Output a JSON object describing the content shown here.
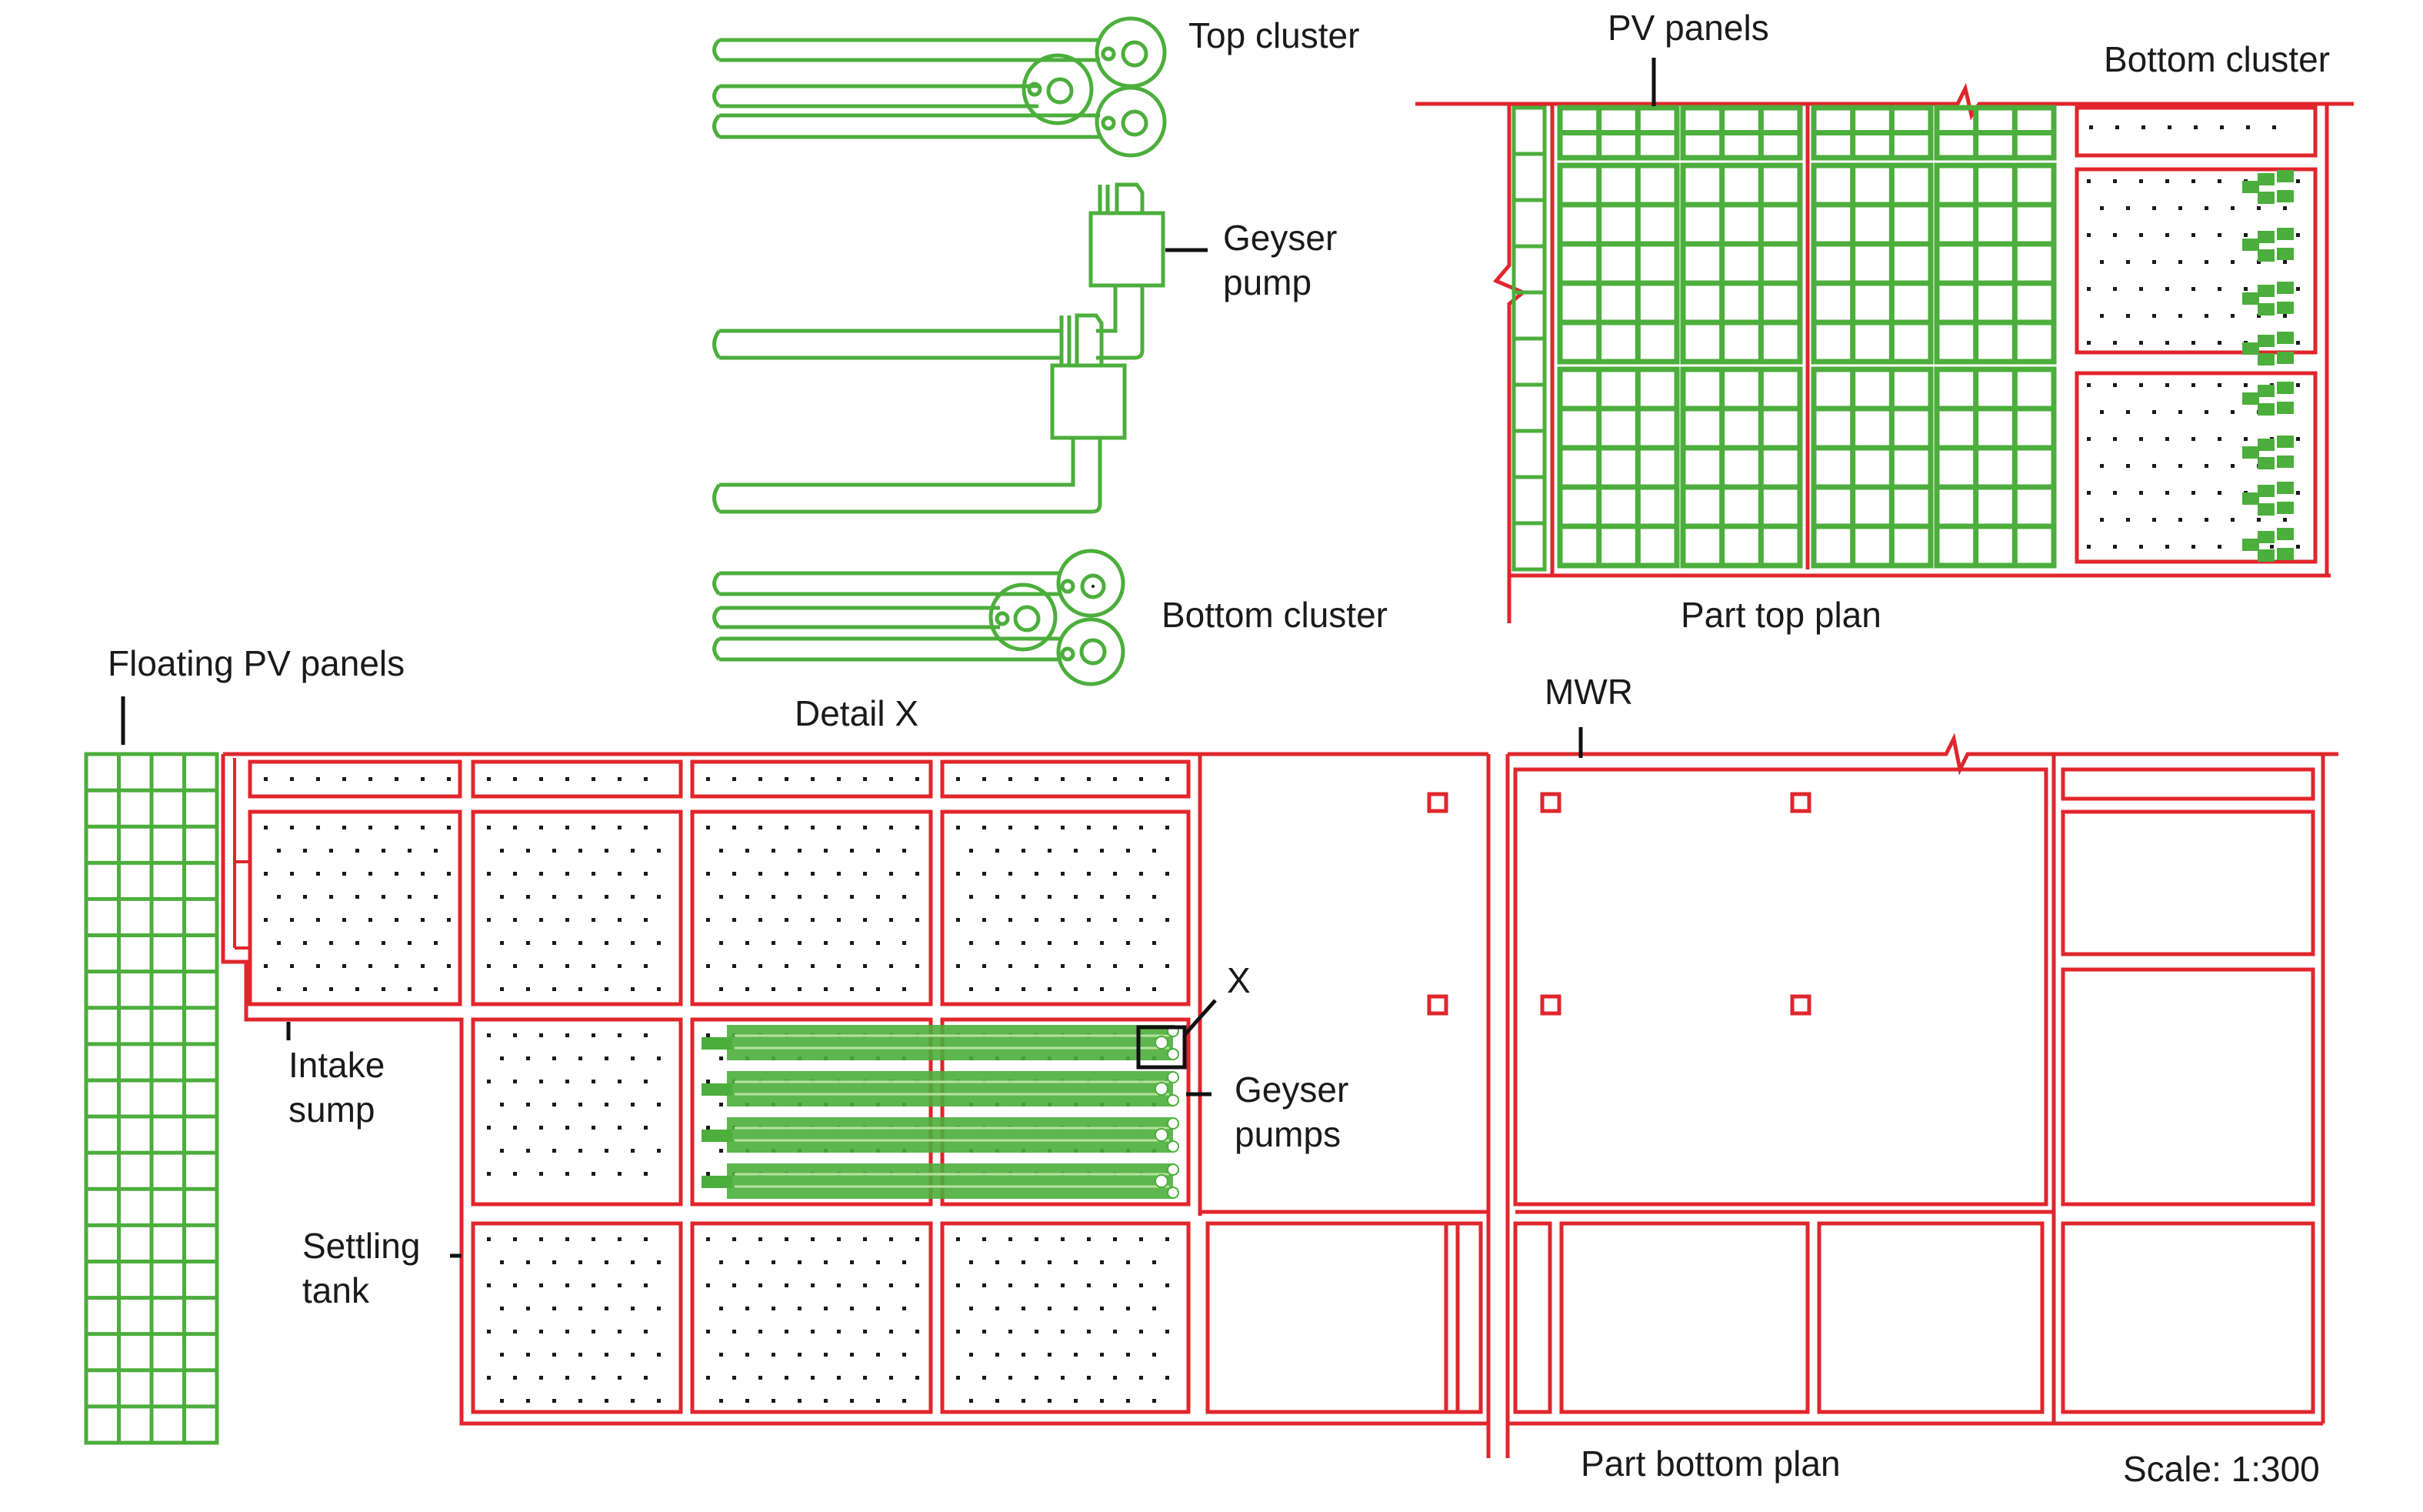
{
  "figure": {
    "colors": {
      "structure": "#e0262c",
      "pv_and_pumps": "#4cae3c",
      "text": "#1a1a1a"
    },
    "detail_x": {
      "title": "Detail X",
      "labels": {
        "top_cluster": "Top cluster",
        "geyser_pump_line1": "Geyser",
        "geyser_pump_line2": "pump",
        "bottom_cluster": "Bottom cluster"
      }
    },
    "part_top_plan": {
      "title": "Part top plan",
      "labels": {
        "pv_panels": "PV panels",
        "bottom_cluster": "Bottom cluster"
      }
    },
    "part_bottom_plan": {
      "title": "Part bottom plan",
      "labels": {
        "floating_pv_panels": "Floating PV panels",
        "intake_sump_line1": "Intake",
        "intake_sump_line2": "sump",
        "settling_tank_line1": "Settling",
        "settling_tank_line2": "tank",
        "detail_marker": "X",
        "geyser_pumps_line1": "Geyser",
        "geyser_pumps_line2": "pumps",
        "mwr": "MWR"
      }
    },
    "scale": "Scale: 1:300"
  }
}
